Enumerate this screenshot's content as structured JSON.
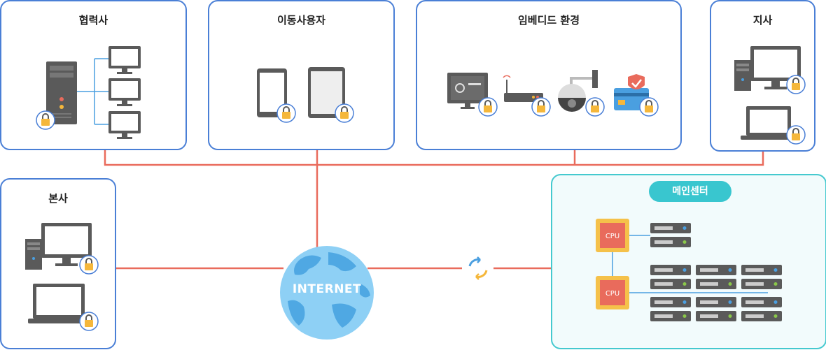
{
  "nodes": {
    "partner": "협력사",
    "mobile": "이동사용자",
    "embedded": "임베디드 환경",
    "branch": "지사",
    "hq": "본사",
    "datacenter": "메인센터"
  },
  "internet_label": "INTERNET",
  "cpu_label": "CPU",
  "colors": {
    "box_border": "#4a7fd6",
    "center_border": "#45c9cf",
    "link": "#e96b5c",
    "device": "#5a5a5a",
    "lock": "#f5b73b"
  },
  "icons": [
    "server-tower-icon",
    "monitor-icon",
    "lock-icon",
    "phone-icon",
    "tablet-icon",
    "pos-terminal-icon",
    "router-icon",
    "cctv-camera-icon",
    "security-card-icon",
    "desktop-icon",
    "laptop-icon",
    "globe-icon",
    "cpu-chip-icon",
    "rack-server-icon",
    "sync-icon"
  ]
}
